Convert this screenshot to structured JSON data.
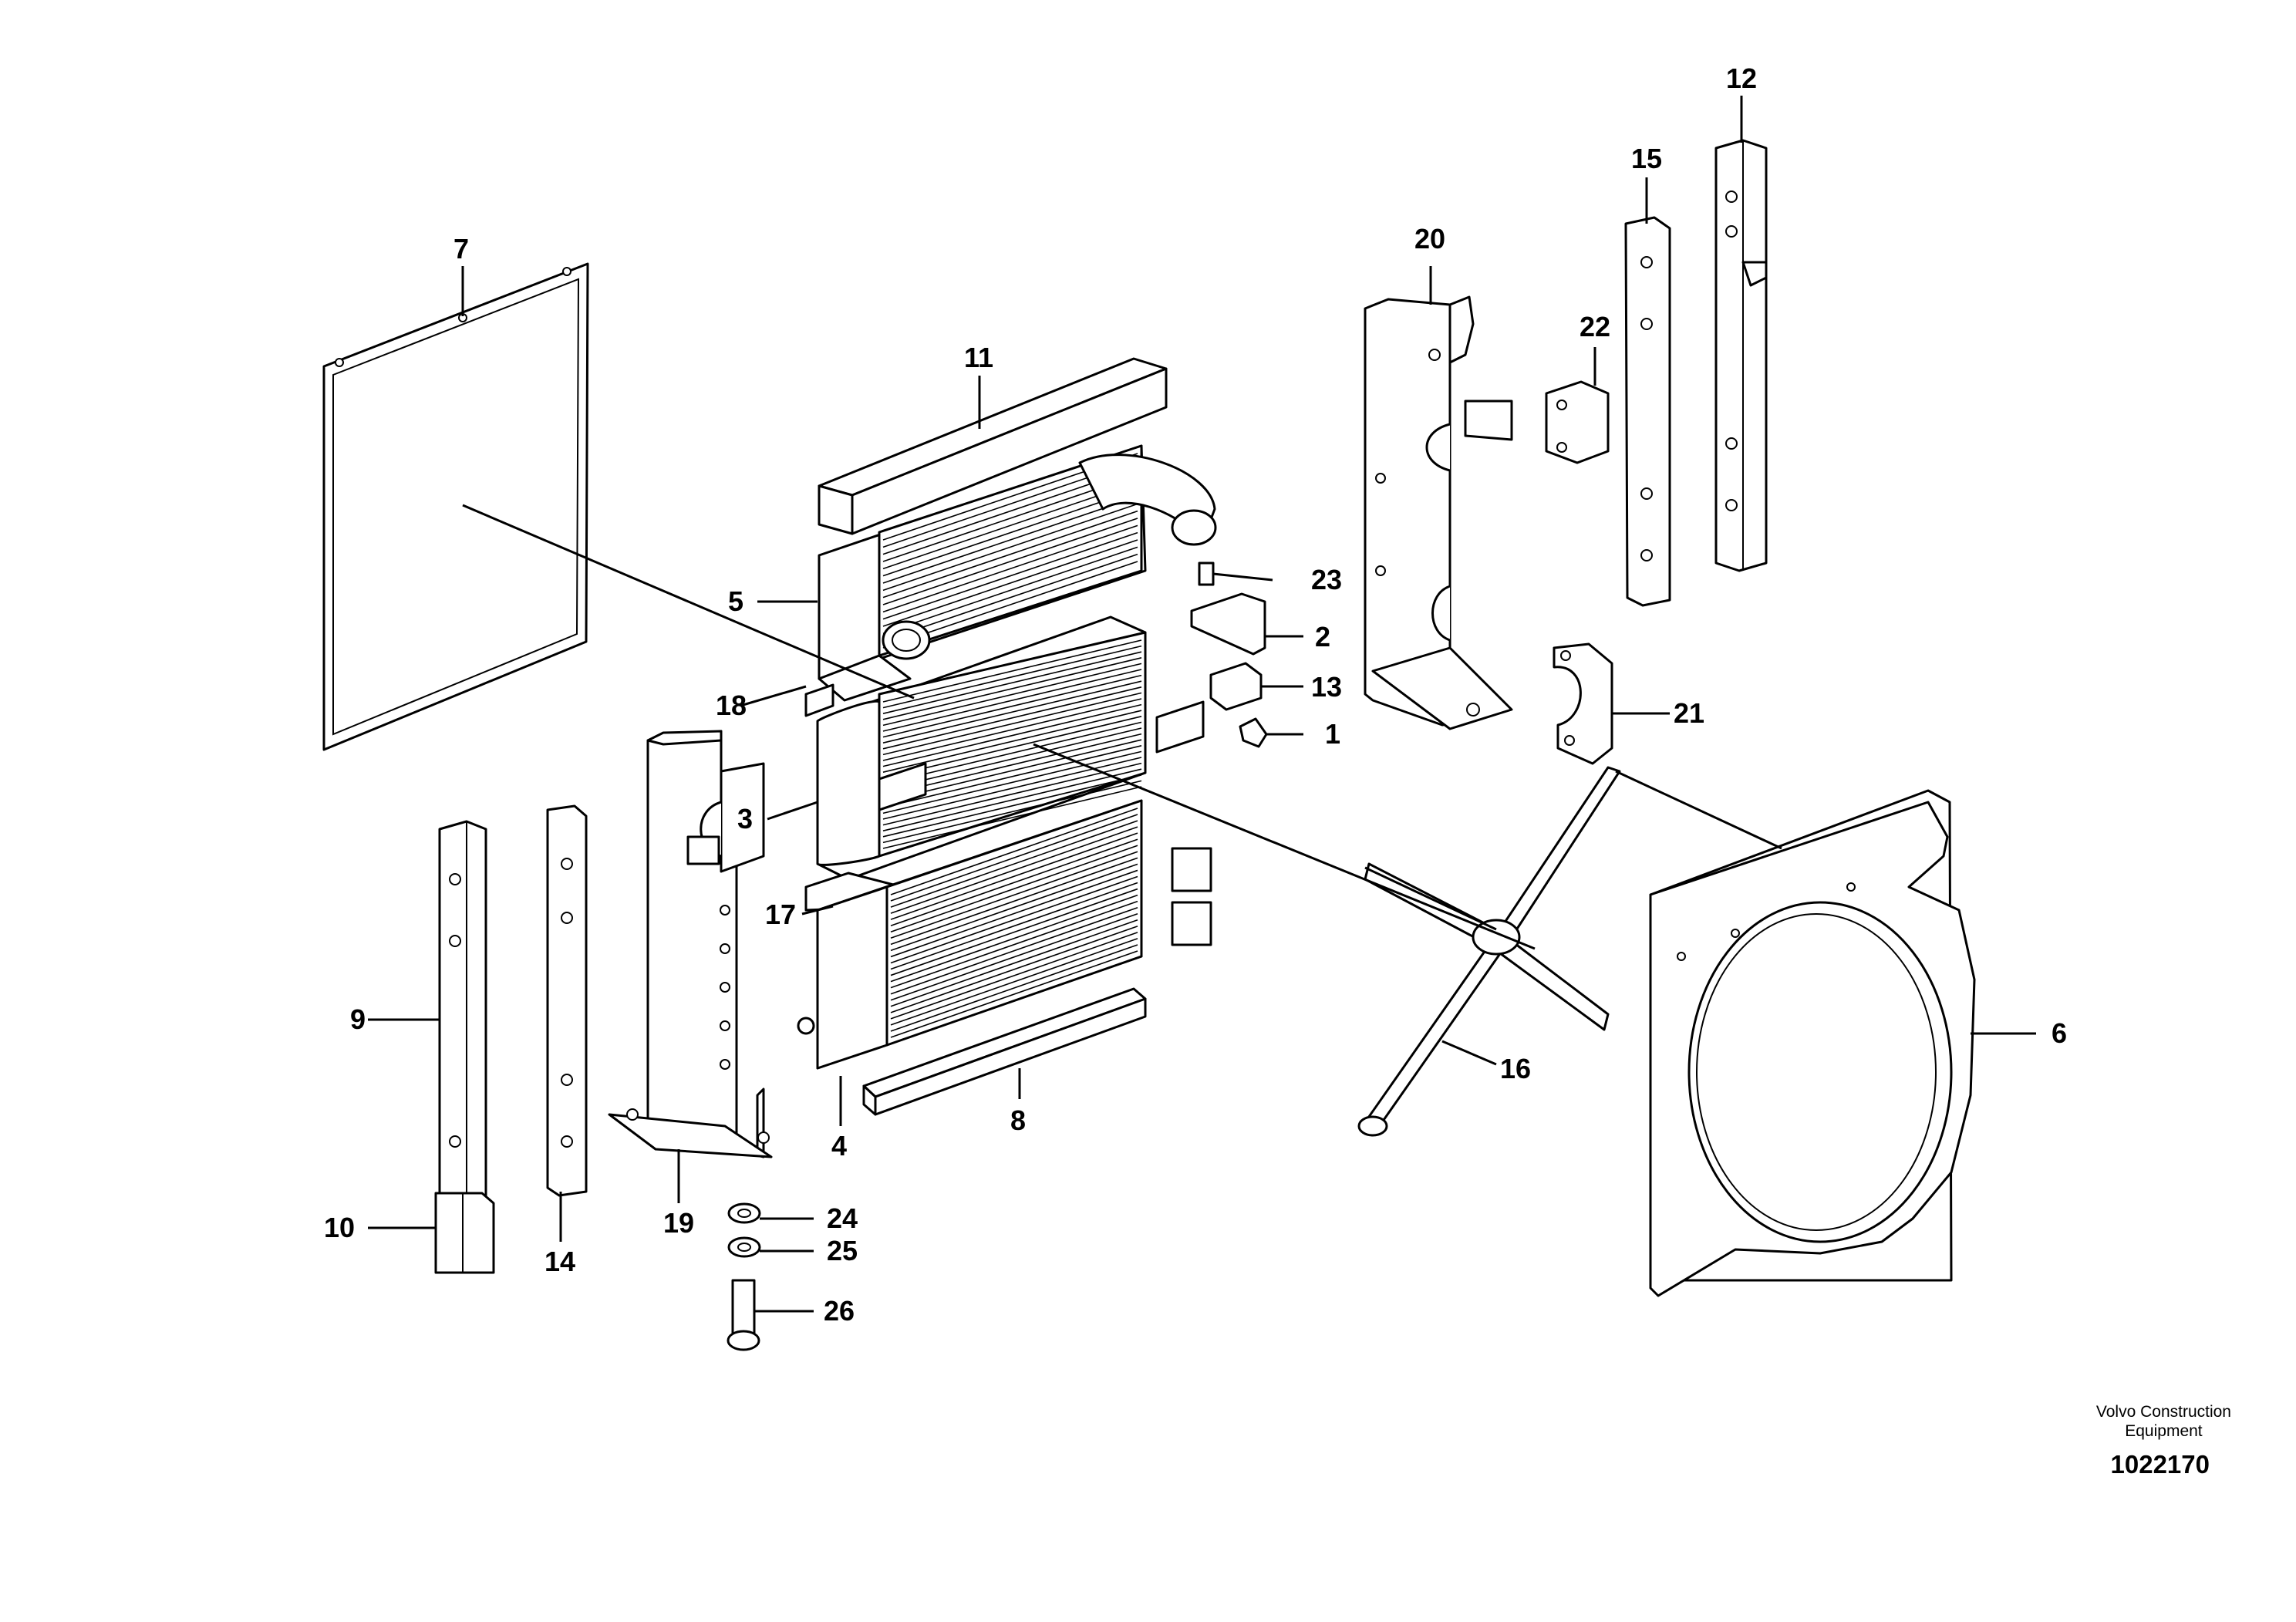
{
  "diagram": {
    "callouts": [
      "1",
      "2",
      "3",
      "4",
      "5",
      "6",
      "7",
      "8",
      "9",
      "10",
      "11",
      "12",
      "13",
      "14",
      "15",
      "16",
      "17",
      "18",
      "19",
      "20",
      "21",
      "22",
      "23",
      "24",
      "25",
      "26"
    ]
  },
  "footer": {
    "credit_line1": "Volvo Construction",
    "credit_line2": "Equipment",
    "doc_number": "1022170"
  }
}
